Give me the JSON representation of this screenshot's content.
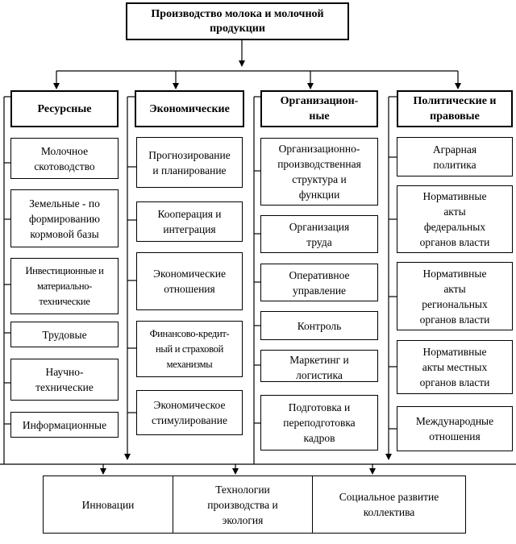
{
  "title": "Производство молока и молочной\nпродукции",
  "categories": [
    {
      "label": "Ресурсные",
      "items": [
        "Молочное\nскотоводство",
        "Земельные - по\nформированию\nкормовой базы",
        "Инвестиционные и\nматериально-\nтехнические",
        "Трудовые",
        "Научно-\nтехнические",
        "Информационные"
      ]
    },
    {
      "label": "Экономические",
      "items": [
        "Прогнозирование\nи планирование",
        "Кооперация и\nинтеграция",
        "Экономические\nотношения",
        "Финансово-кредит-\nный и страховой\nмеханизмы",
        "Экономическое\nстимулирование"
      ]
    },
    {
      "label": "Организацион-\nные",
      "items": [
        "Организационно-\nпроизводственная\nструктура и\nфункции",
        "Организация\nтруда",
        "Оперативное\nуправление",
        "Контроль",
        "Маркетинг и\nлогистика",
        "Подготовка и\nпереподготовка\nкадров"
      ]
    },
    {
      "label": "Политические и\nправовые",
      "items": [
        "Аграрная\nполитика",
        "Нормативные\nакты\nфедеральных\nорганов власти",
        "Нормативные\nакты\nрегиональных\nорганов власти",
        "Нормативные\nакты местных\nорганов власти",
        "Международные\nотношения"
      ]
    }
  ],
  "outcomes": [
    "Инновации",
    "Технологии\nпроизводства и\nэкология",
    "Социальное развитие\nколлектива"
  ]
}
